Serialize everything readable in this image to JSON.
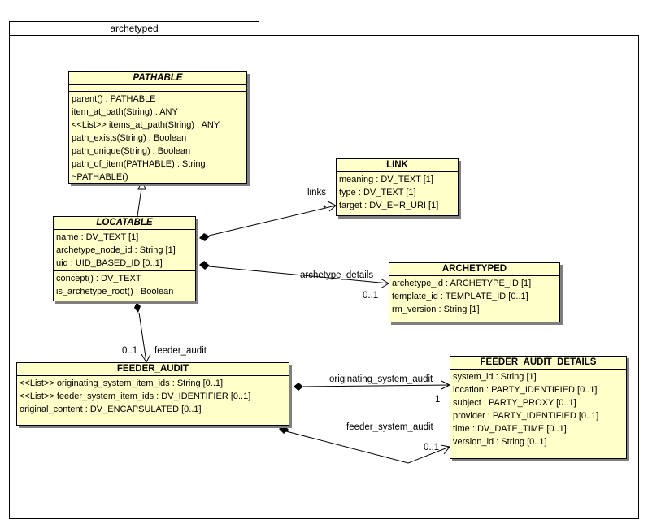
{
  "package": {
    "name": "archetyped"
  },
  "classes": {
    "pathable": {
      "name": "PATHABLE",
      "operations": [
        "parent() : PATHABLE",
        "item_at_path(String) : ANY",
        "<<List>> items_at_path(String) : ANY",
        "path_exists(String) : Boolean",
        "path_unique(String) : Boolean",
        "path_of_item(PATHABLE) : String",
        "~PATHABLE()"
      ]
    },
    "link": {
      "name": "LINK",
      "attributes": [
        "meaning : DV_TEXT [1]",
        "type : DV_TEXT [1]",
        "target : DV_EHR_URI [1]"
      ]
    },
    "locatable": {
      "name": "LOCATABLE",
      "attributes": [
        "name : DV_TEXT [1]",
        "archetype_node_id : String [1]",
        "uid : UID_BASED_ID [0..1]"
      ],
      "operations": [
        "concept() : DV_TEXT",
        "is_archetype_root() : Boolean"
      ]
    },
    "archetyped": {
      "name": "ARCHETYPED",
      "attributes": [
        "archetype_id : ARCHETYPE_ID [1]",
        "template_id : TEMPLATE_ID [0..1]",
        "rm_version : String [1]"
      ]
    },
    "feeder_audit": {
      "name": "FEEDER_AUDIT",
      "attributes": [
        "<<List>> originating_system_item_ids : String [0..1]",
        "<<List>> feeder_system_item_ids : DV_IDENTIFIER [0..1]",
        "original_content : DV_ENCAPSULATED [0..1]"
      ]
    },
    "feeder_audit_details": {
      "name": "FEEDER_AUDIT_DETAILS",
      "attributes": [
        "system_id : String [1]",
        "location : PARTY_IDENTIFIED [0..1]",
        "subject : PARTY_PROXY [0..1]",
        "provider : PARTY_IDENTIFIED [0..1]",
        "time : DV_DATE_TIME [0..1]",
        "version_id : String [0..1]"
      ]
    }
  },
  "associations": {
    "links": {
      "role": "links",
      "multiplicity": "*"
    },
    "archetype_details": {
      "role": "archetype_details",
      "multiplicity": "0..1"
    },
    "feeder_audit": {
      "role": "feeder_audit",
      "multiplicity": "0..1"
    },
    "originating_system_audit": {
      "role": "originating_system_audit",
      "multiplicity": "1"
    },
    "feeder_system_audit": {
      "role": "feeder_system_audit",
      "multiplicity": "0..1"
    }
  }
}
